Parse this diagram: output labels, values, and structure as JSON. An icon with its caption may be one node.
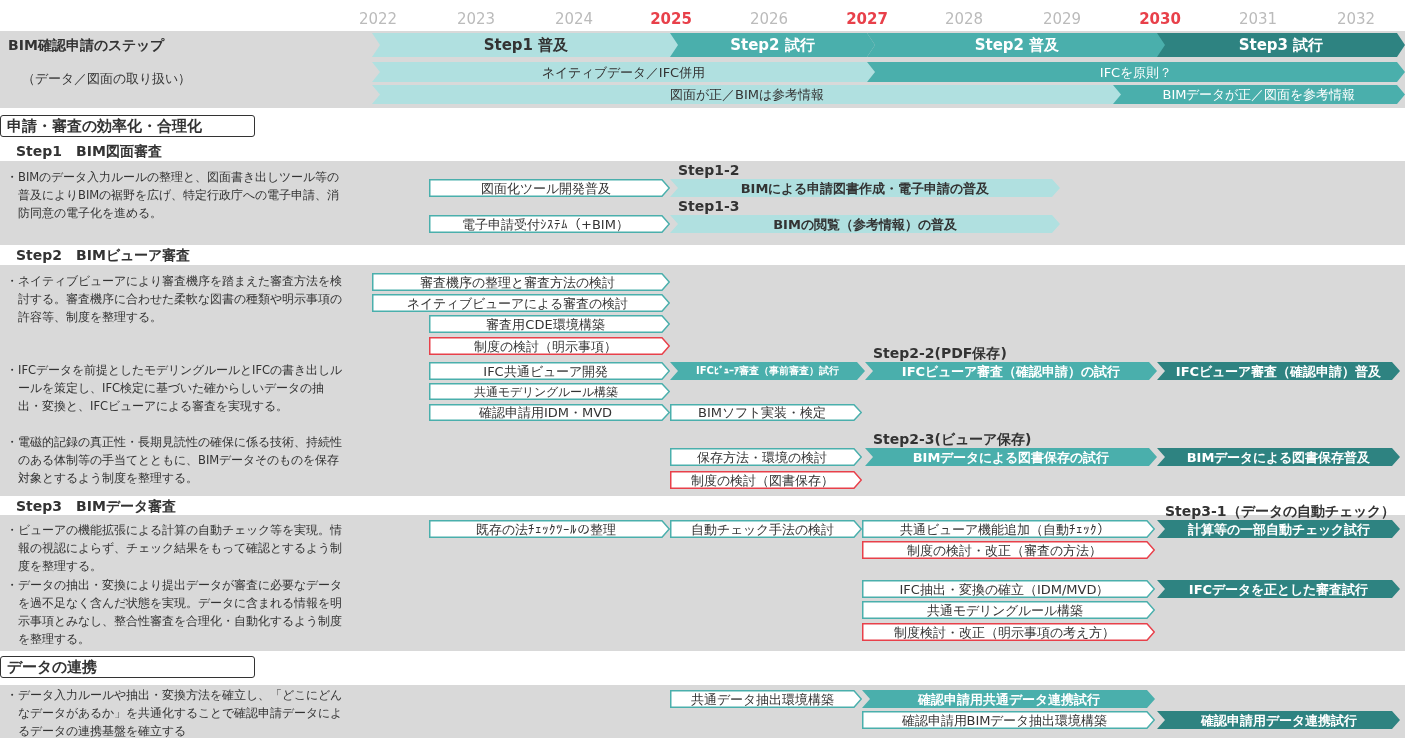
{
  "diagram": {
    "nodes": [
      {
        "text": [
          "Step1 普及"
        ]
      },
      {
        "text": [
          "Step2 試行"
        ]
      },
      {
        "text": [
          "Step2 普及"
        ]
      },
      {
        "text": [
          "Step3 試行"
        ]
      },
      {
        "text": [
          "ネイティブデータ／IFC併用"
        ]
      },
      {
        "text": [
          "IFCを原則？"
        ]
      },
      {
        "text": [
          "図面が正／BIMは参考情報"
        ]
      },
      {
        "text": [
          "BIMデータが正／図面を参考情報"
        ]
      },
      {
        "text": [
          "申請・審査の効率化・合理化"
        ]
      },
      {
        "text": [
          "図面化ツール開発普及"
        ]
      },
      {
        "text": [
          "Step1-2",
          "BIMによる申請図書作成・電子申請の普及"
        ]
      },
      {
        "text": [
          "電子申請受付ｼｽﾃﾑ（+BIM）"
        ]
      },
      {
        "text": [
          "Step1-3",
          "BIMの閲覧（参考情報）の普及"
        ]
      },
      {
        "text": [
          "審査機序の整理と審査方法の検討"
        ]
      },
      {
        "text": [
          "ネイティブビューアによる審査の検討"
        ]
      },
      {
        "text": [
          "審査用CDE環境構築"
        ]
      },
      {
        "text": [
          "制度の検討（明示事項）"
        ]
      },
      {
        "text": [
          "IFC共通ビューア開発"
        ]
      },
      {
        "text": [
          "IFCﾋﾞｭｰｱ審査（事前審査）試行"
        ]
      },
      {
        "text": [
          "Step2-2(PDF保存)",
          "IFCビューア審査（確認申請）の試行"
        ]
      },
      {
        "text": [
          "IFCビューア審査（確認申請）普及"
        ]
      },
      {
        "text": [
          "共通モデリングルール構築"
        ]
      },
      {
        "text": [
          "確認申請用IDM・MVD"
        ]
      },
      {
        "text": [
          "BIMソフト実装・検定"
        ]
      },
      {
        "text": [
          "保存方法・環境の検討"
        ]
      },
      {
        "text": [
          "Step2-3(ビューア保存)",
          "BIMデータによる図書保存の試行"
        ]
      },
      {
        "text": [
          "BIMデータによる図書保存普及"
        ]
      },
      {
        "text": [
          "制度の検討（図書保存）"
        ]
      },
      {
        "text": [
          "既存の法ﾁｪｯｸﾂｰﾙの整理"
        ]
      },
      {
        "text": [
          "自動チェック手法の検討"
        ]
      },
      {
        "text": [
          "共通ビューア機能追加（自動ﾁｪｯｸ）"
        ]
      },
      {
        "text": [
          "Step3-1（データの自動チェック）",
          "計算等の一部自動チェック試行"
        ]
      },
      {
        "text": [
          "制度の検討・改正（審査の方法）"
        ]
      },
      {
        "text": [
          "IFC抽出・変換の確立（IDM/MVD）"
        ]
      },
      {
        "text": [
          "IFCデータを正とした審査試行"
        ]
      },
      {
        "text": [
          "共通モデリングルール構築"
        ]
      },
      {
        "text": [
          "制度検討・改正（明示事項の考え方）"
        ]
      },
      {
        "text": [
          "データの連携"
        ]
      },
      {
        "text": [
          "共通データ抽出環境構築"
        ]
      },
      {
        "text": [
          "確認申請用共通データ連携試行"
        ]
      },
      {
        "text": [
          "確認申請用BIMデータ抽出環境構築"
        ]
      },
      {
        "text": [
          "確認申請用データ連携試行"
        ]
      }
    ],
    "edges": [],
    "labels": [
      "2022",
      "2023",
      "2024",
      "2025",
      "2026",
      "2027",
      "2028",
      "2029",
      "2030",
      "2031",
      "2032",
      "BIM確認申請のステップ",
      "（データ／図面の取り扱い）",
      "Step1　BIM図面審査",
      "・BIMのデータ入力ルールの整理と、図面書き出しツール等の普及によりBIMの裾野を広げ、特定行政庁への電子申請、消防同意の電子化を進める。",
      "Step2　BIMビューア審査",
      "・ネイティブビューアにより審査機序を踏まえた審査方法を検討する。審査機序に合わせた柔軟な図書の種類や明示事項の許容等、制度を整理する。",
      "・IFCデータを前提としたモデリングルールとIFCの書き出しルールを策定し、IFC検定に基づいた確からしいデータの抽出・変換と、IFCビューアによる審査を実現する。",
      "・電磁的記録の真正性・長期見読性の確保に係る技術、持続性のある体制等の手当てとともに、BIMデータそのものを保存対象とするよう制度を整理する。",
      "Step3　BIMデータ審査",
      "・ビューアの機能拡張による計算の自動チェック等を実現。情報の視認によらず、チェック結果をもって確認とするよう制度を整理する。",
      "・データの抽出・変換により提出データが審査に必要なデータを過不足なく含んだ状態を実現。データに含まれる情報を明示事項とみなし、整合性審査を合理化・自動化するよう制度を整理する。",
      "・データ入力ルールや抽出・変換方法を確立し、「どこにどんなデータがあるか」を共通化することで確認申請データによるデータの連携基盤を確立する"
    ]
  }
}
